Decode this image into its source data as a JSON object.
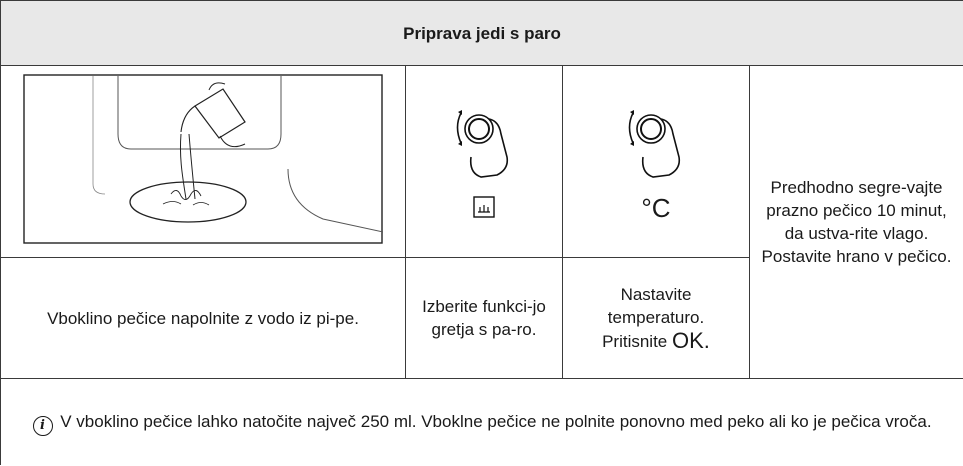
{
  "header": {
    "title": "Priprava jedi s paro"
  },
  "steps": [
    {
      "text": "Vboklino pečice napolnite z vodo iz pi-pe.",
      "icon": "water-pour-illustration"
    },
    {
      "text": "Izberite funkci-jo gretja s pa-ro.",
      "icon": "knob-turn-hand-icon",
      "symbol_icon": "steam-function-icon"
    },
    {
      "text_line1": "Nastavite temperaturo.",
      "text_line2_prefix": "Pritisnite",
      "ok_symbol": "OK.",
      "icon": "knob-turn-hand-icon",
      "symbol": "°C"
    }
  ],
  "side_note": "Predhodno segre-vajte prazno pečico 10 minut, da ustva-rite vlago. Postavite hrano v pečico.",
  "info": {
    "icon": "info-icon",
    "glyph": "i",
    "text": "V vboklino pečice lahko natočite največ 250 ml. Vboklne pečice ne polnite ponovno med peko ali ko je pečica vroča."
  }
}
